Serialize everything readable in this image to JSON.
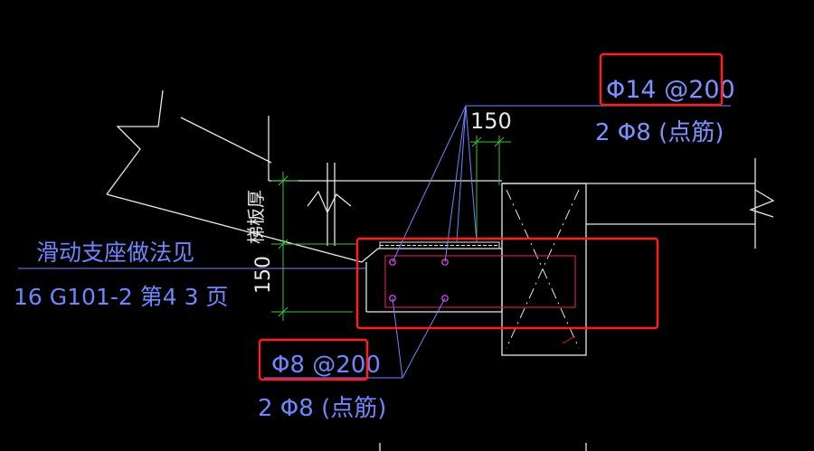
{
  "colors": {
    "background": "#000000",
    "structure": "#e8e8e8",
    "leader": "#6f86ff",
    "dimension": "#3fc23f",
    "highlight": "#ff1e1e",
    "rebar_point": "#ff44ff",
    "inner_outline": "#d11a4a"
  },
  "annotations": {
    "top_rebar_spec": "Φ14 @200",
    "top_rebar_points": "2 Φ8 (点筋)",
    "top_dimension": "150",
    "stair_slab_thickness": "梯板厚",
    "left_dimension": "150",
    "support_note_line1": "滑动支座做法见",
    "support_note_line2": "16 G101-2 第4 3 页",
    "bottom_rebar_spec": "Φ8 @200",
    "bottom_rebar_points": "2 Φ8 (点筋)"
  }
}
